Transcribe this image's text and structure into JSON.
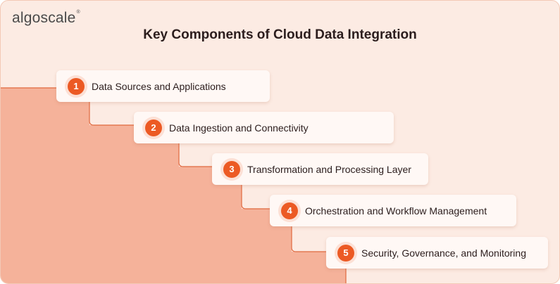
{
  "brand": {
    "name": "algoscale",
    "reg_mark": "®"
  },
  "title": "Key Components of Cloud Data Integration",
  "steps": [
    {
      "number": "1",
      "label": "Data Sources and Applications"
    },
    {
      "number": "2",
      "label": "Data Ingestion and Connectivity"
    },
    {
      "number": "3",
      "label": "Transformation and Processing Layer"
    },
    {
      "number": "4",
      "label": "Orchestration and Workflow Management"
    },
    {
      "number": "5",
      "label": "Security, Governance, and Monitoring"
    }
  ],
  "colors": {
    "background": "#fcebe3",
    "accent": "#ec5a24",
    "stair_fill": "#f5b29a",
    "stair_line": "#e0693f",
    "card": "#fff8f5"
  }
}
